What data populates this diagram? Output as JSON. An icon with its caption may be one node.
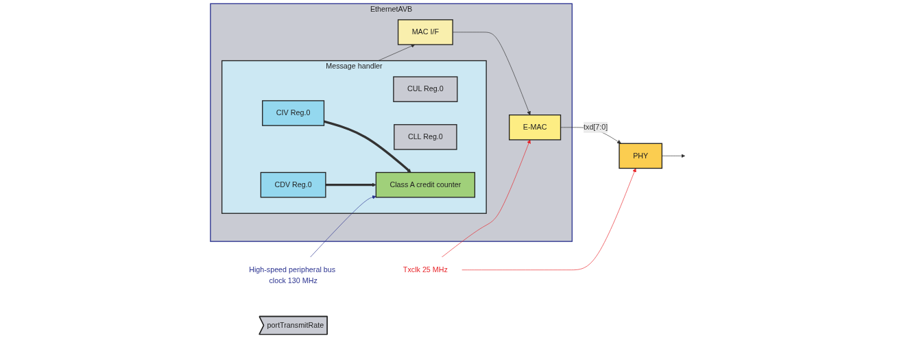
{
  "diagram": {
    "nodes": [
      {
        "text": [
          "EthernetAVB"
        ]
      },
      {
        "text": [
          "Message handler"
        ],
        "in": 0
      },
      {
        "text": [
          "CIV Reg.0"
        ],
        "in": 1
      },
      {
        "text": [
          "CDV Reg.0"
        ],
        "in": 1
      },
      {
        "text": [
          "CUL Reg.0"
        ],
        "in": 1
      },
      {
        "text": [
          "CLL Reg.0"
        ],
        "in": 1
      },
      {
        "text": [
          "Class A credit counter"
        ],
        "in": 1
      },
      {
        "text": [
          "MAC I/F"
        ],
        "in": 0
      },
      {
        "text": [
          "E-MAC"
        ],
        "in": 0
      },
      {
        "text": [
          "PHY"
        ]
      },
      {
        "text": [
          "Txclk 25 MHz"
        ]
      },
      {
        "text": [
          "High-speed peripheral bus clock 130 MHz"
        ]
      },
      {
        "text": [
          "portTransmitRate"
        ]
      }
    ],
    "edges": [
      {
        "from": 2,
        "to": 6,
        "arrow": "to",
        "style": "thick"
      },
      {
        "from": 3,
        "to": 6,
        "arrow": "to",
        "style": "thick"
      },
      {
        "from": 1,
        "to": 7,
        "arrow": "to"
      },
      {
        "from": 7,
        "to": 8,
        "arrow": "to"
      },
      {
        "from": 8,
        "to": 9,
        "arrow": "to",
        "label": "txd[7:0]"
      },
      {
        "from": 9,
        "to": null,
        "arrow": "to"
      },
      {
        "from": 10,
        "to": 8,
        "arrow": "to",
        "color": "#e8262b"
      },
      {
        "from": 10,
        "to": 9,
        "arrow": "to",
        "color": "#e8262b"
      },
      {
        "from": 11,
        "to": 6,
        "arrow": "to",
        "color": "#2b3390"
      }
    ]
  }
}
